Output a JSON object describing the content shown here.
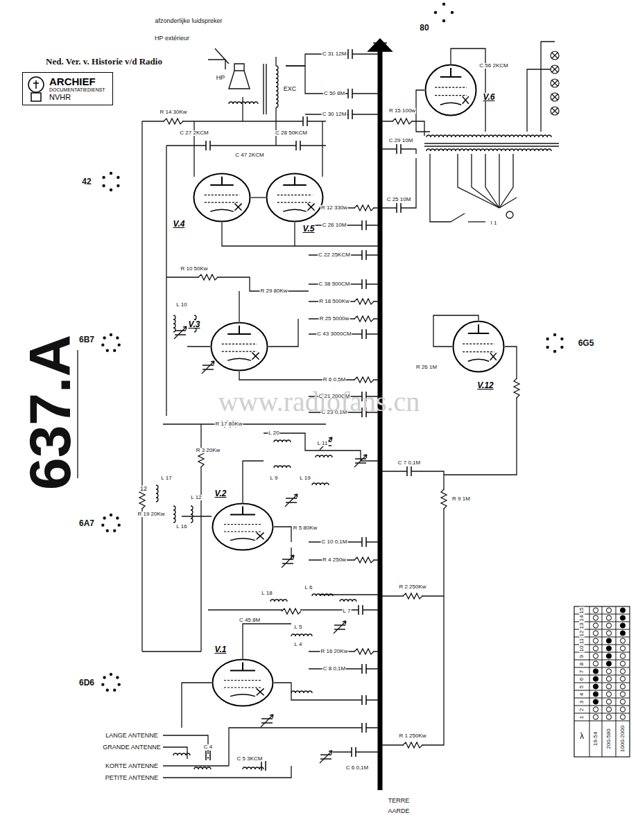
{
  "diagram": {
    "title": "637.A",
    "nodes": [
      {
        "text": [
          "ARCHIEF",
          "DOCUMENTATIEDIENST",
          "NVHR"
        ]
      },
      {
        "text": [
          "V.6"
        ]
      },
      {
        "text": [
          "V.4"
        ]
      },
      {
        "text": [
          "V.5"
        ]
      },
      {
        "text": [
          "V.3"
        ]
      },
      {
        "text": [
          "V.12"
        ]
      },
      {
        "text": [
          "V.2"
        ]
      },
      {
        "text": [
          "V.1"
        ]
      }
    ],
    "labels": [
      "Ned. Ver. v. Historie v/d Radio",
      "afzonderlijke luidspreker",
      "HP extérieur",
      "HP",
      "EXC",
      "C 31 12M",
      "C 50 8M",
      "C 30 12M",
      "R 15 100w",
      "C 56 2KCM",
      "R 14 30Kw",
      "C 28 50KCM",
      "C 27 2KCM",
      "C 47 2KCM",
      "C 29 10M",
      "R 12 330w",
      "C 26 10M",
      "C 25 10M",
      "R 10 50Kw",
      "C 22 25KCM",
      "R 29 80Kw",
      "C 38 500CM",
      "R 18 500Kw",
      "R 25 5000w",
      "C 43 3000CM",
      "R 6 0,5M",
      "C 21 200CM",
      "C 23 0,1M",
      "R 26 1M",
      "R 17 80Kw",
      "R 3 20Kw",
      "R 19 20Kw",
      "R 9 1M",
      "C 7 0,1M",
      "R 5 80Kw",
      "C 10 0,1M",
      "R 4 250w",
      "R 2 250Kw",
      "C 45 8M",
      "R 16 20Kw",
      "C 8 0,1M",
      "R 1 250Kw",
      "C 6 0,1M",
      "C 5 3KCM",
      "C 4",
      "L 4",
      "L 5",
      "L 6",
      "L 7",
      "L 9",
      "L 10",
      "L 11",
      "L 12",
      "L 16",
      "L 17",
      "L 18",
      "L 19",
      "L 20",
      "6D6",
      "6A7",
      "6B7",
      "42",
      "80",
      "6G5",
      "PETITE ANTENNE",
      "KORTE ANTENNE",
      "GRANDE ANTENNE",
      "LANGE ANTENNE",
      "TERRE",
      "AARDE",
      "I 1",
      "12",
      "λ",
      "19-54",
      "200-580",
      "1000-2000",
      "1",
      "2",
      "3",
      "4",
      "5",
      "6",
      "7",
      "8",
      "9",
      "10",
      "11",
      "12",
      "13",
      "14",
      "15",
      "www.radiofans.cn"
    ]
  }
}
